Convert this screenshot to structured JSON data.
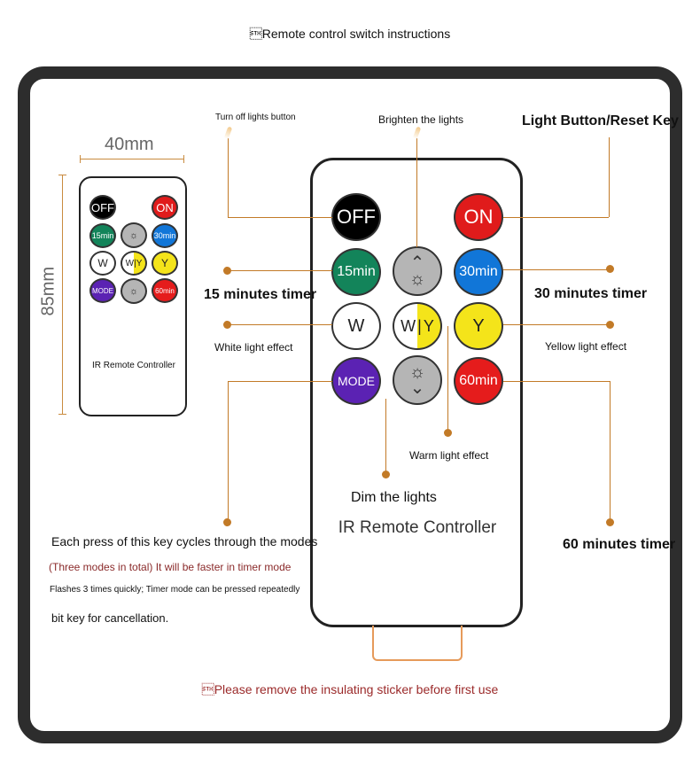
{
  "title": "\u0002Remote control switch instructions",
  "dimensions": {
    "width_label": "40mm",
    "height_label": "85mm"
  },
  "remote": {
    "name": "IR Remote Controller",
    "buttons": {
      "off": "OFF",
      "on": "ON",
      "m15": "15min",
      "m30": "30min",
      "m60": "60min",
      "w": "W",
      "wy_w": "W",
      "wy_y": "Y",
      "y": "Y",
      "mode": "MODE"
    }
  },
  "labels": {
    "turn_off": "Turn off lights button",
    "brighten": "Brighten the lights",
    "light_button": "Light Button/Reset Key",
    "timer15": "15 minutes timer",
    "timer30": "30 minutes timer",
    "white": "White light effect",
    "yellow": "Yellow light effect",
    "warm": "Warm light effect",
    "dim": "Dim the lights",
    "timer60": "60 minutes timer",
    "mode_line1": "Each press of this key cycles through the modes",
    "mode_line2": "(Three modes in total) It will be faster in timer mode",
    "mode_line3": "Flashes 3 times quickly; Timer mode can be pressed repeatedly",
    "mode_line4": "bit key for cancellation."
  },
  "notice": "\u0002Please remove the insulating sticker before first use",
  "colors": {
    "frame": "#2d2d2d",
    "leader": "#c27a27",
    "off": "#000000",
    "on": "#e01b1b",
    "green": "#13845a",
    "blue": "#1176d8",
    "yellow": "#f4e41a",
    "purple": "#5b22b3",
    "red": "#e51c1c",
    "gray": "#b5b5b5",
    "notice": "#9b2a2a"
  }
}
